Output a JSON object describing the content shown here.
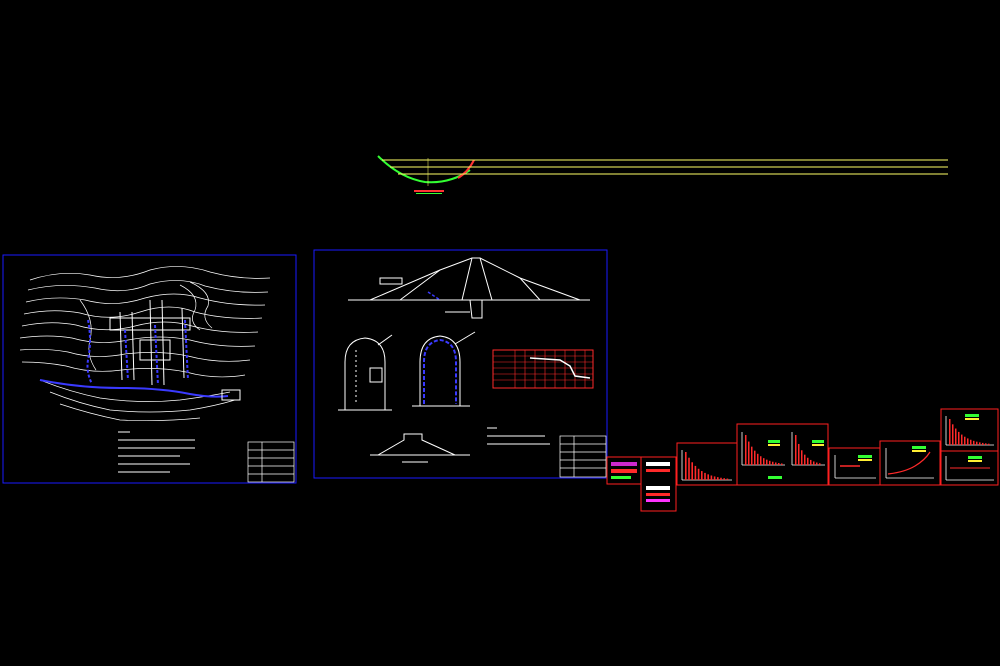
{
  "colors": {
    "background": "#000000",
    "sheet_border_blue": "#1a1aff",
    "sheet_border_red": "#ff2020",
    "linework": "#ffffff",
    "accent_blue": "#3a3aff",
    "profile_yellow": "#ffff66",
    "profile_green": "#33ff33",
    "profile_red": "#ff3333",
    "chart_red": "#ff2a2a",
    "chart_magenta": "#ff33ff",
    "legend_green": "#33ff33",
    "legend_yellow": "#ffee33"
  },
  "sheets": {
    "plan": {
      "name": "plan-sheet"
    },
    "section": {
      "name": "section-sheet"
    },
    "small": [
      {
        "name": "small-sheet-1"
      },
      {
        "name": "small-sheet-2"
      },
      {
        "name": "small-sheet-3"
      },
      {
        "name": "small-sheet-4"
      },
      {
        "name": "small-sheet-5"
      },
      {
        "name": "small-sheet-6"
      },
      {
        "name": "small-sheet-7"
      },
      {
        "name": "small-sheet-8"
      }
    ]
  }
}
